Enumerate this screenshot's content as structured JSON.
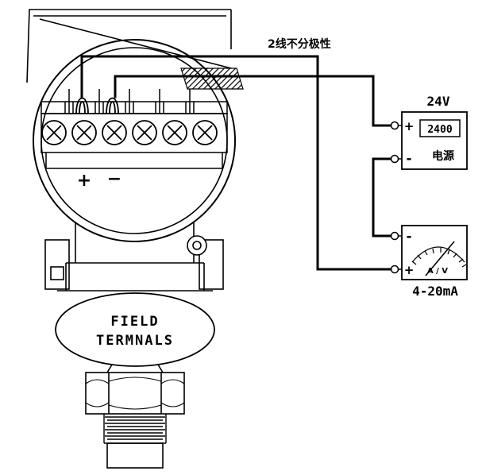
{
  "colors": {
    "background": "#ffffff",
    "line": "#000000"
  },
  "annotation": {
    "wiring_note": "2线不分极性"
  },
  "transmitter": {
    "label_line1": "FIELD",
    "label_line2": "TERMNALS",
    "terminal_plus": "+",
    "terminal_minus": "−"
  },
  "power_supply": {
    "voltage_label": "24V",
    "display_value": "2400",
    "name_label": "电源",
    "plus": "+",
    "minus": "-"
  },
  "meter": {
    "minus": "-",
    "plus": "+",
    "unit_label": "A / V",
    "signal_range_label": "4-20mA"
  }
}
